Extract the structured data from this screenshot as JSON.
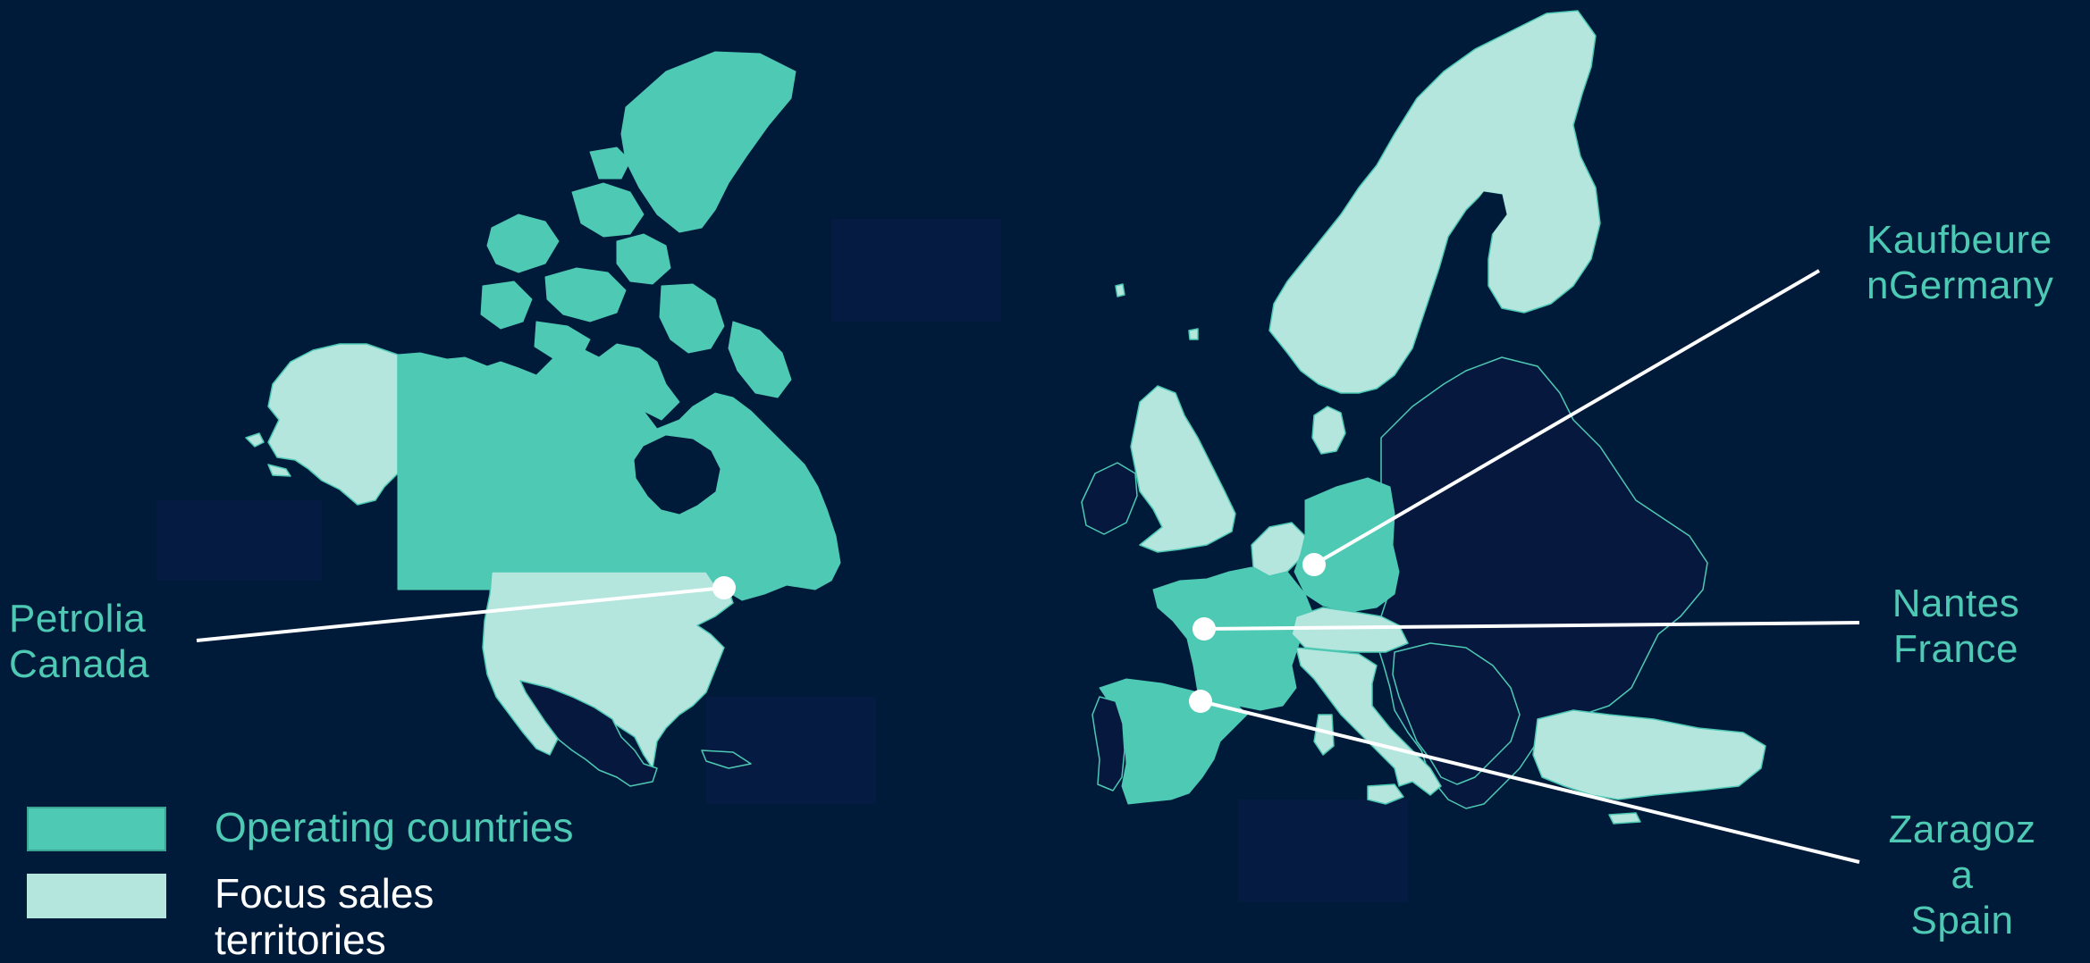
{
  "colors": {
    "background": "#001a39",
    "operating": "#4dc9b4",
    "focus": "#b4e6de",
    "other": "#06183d",
    "border": "#4dc9b4",
    "leader": "#ffffff",
    "callout_text": "#4dc9b4",
    "focus_label_text": "#ffffff"
  },
  "callouts": {
    "petrolia": [
      "Petrolia",
      "Canada"
    ],
    "kaufbeuren": [
      "Kaufbeure",
      "nGermany"
    ],
    "nantes": [
      "Nantes",
      "France"
    ],
    "zaragoza": [
      "Zaragoz",
      "a",
      "Spain"
    ]
  },
  "legend": {
    "operating_label": "Operating countries",
    "focus_label": [
      "Focus sales",
      "territories"
    ]
  }
}
